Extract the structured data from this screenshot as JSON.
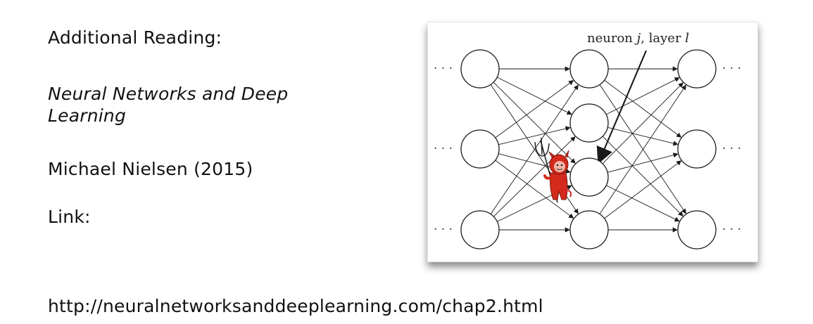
{
  "slide": {
    "heading": "Additional Reading:",
    "book_title": "Neural Networks and Deep Learning",
    "author_year": "Michael Nielsen (2015)",
    "link_label": "Link:",
    "url": "http://neuralnetworksanddeeplearning.com/chap2.html"
  },
  "figure": {
    "label_prefix": "neuron ",
    "label_j": "j",
    "label_mid": ", layer ",
    "label_l": "l",
    "ellipsis": "· · ·",
    "layers": [
      3,
      4,
      3
    ],
    "highlighted_neuron": {
      "layer": 1,
      "index": 2
    },
    "imp_color": "#d42a1e",
    "imp_icon": "devil-icon"
  }
}
